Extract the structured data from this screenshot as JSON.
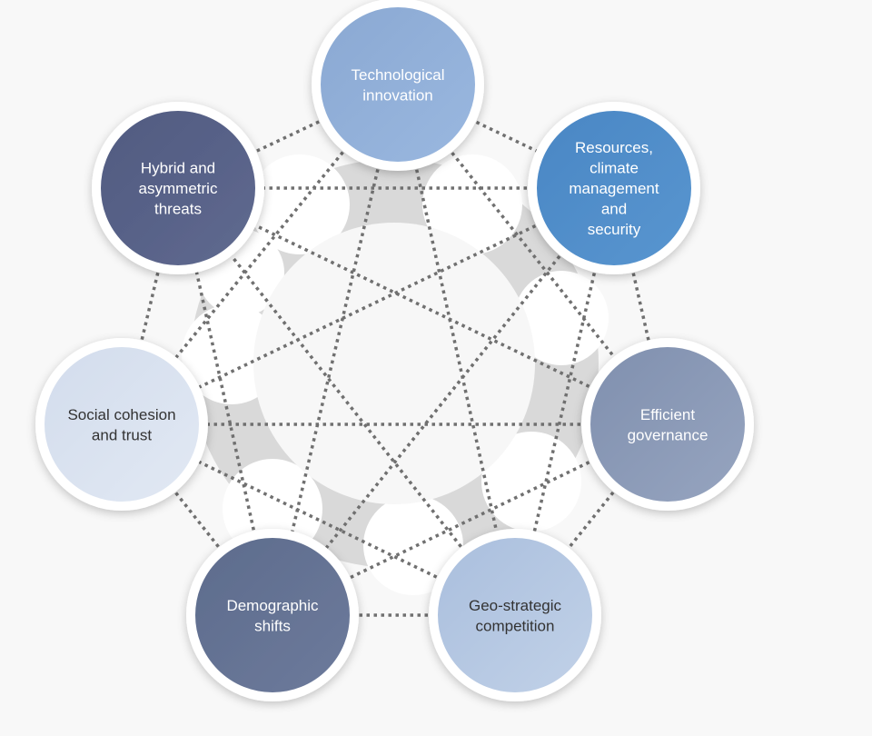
{
  "nodes": [
    {
      "id": "technological-innovation",
      "lines": [
        "Technological",
        "innovation"
      ],
      "fill_start": "#8aa8d2",
      "fill_end": "#9ab8e0",
      "text_color": "#ffffff"
    },
    {
      "id": "resources-climate",
      "lines": [
        "Resources,",
        "climate",
        "management",
        "and",
        "security"
      ],
      "fill_start": "#4a86c4",
      "fill_end": "#5896d0",
      "text_color": "#ffffff"
    },
    {
      "id": "efficient-governance",
      "lines": [
        "Efficient",
        "governance"
      ],
      "fill_start": "#7f8fae",
      "fill_end": "#97a5c0",
      "text_color": "#ffffff"
    },
    {
      "id": "geo-strategic-competition",
      "lines": [
        "Geo-strategic",
        "competition"
      ],
      "fill_start": "#a9bedd",
      "fill_end": "#c2d2e8",
      "text_color": "#333333"
    },
    {
      "id": "demographic-shifts",
      "lines": [
        "Demographic",
        "shifts"
      ],
      "fill_start": "#5d6b8c",
      "fill_end": "#6d7b9c",
      "text_color": "#ffffff"
    },
    {
      "id": "social-cohesion",
      "lines": [
        "Social cohesion",
        "and trust"
      ],
      "fill_start": "#d2dcec",
      "fill_end": "#e2e9f4",
      "text_color": "#333333"
    },
    {
      "id": "hybrid-threats",
      "lines": [
        "Hybrid and",
        "asymmetric",
        "threats"
      ],
      "fill_start": "#505a80",
      "fill_end": "#606a90",
      "text_color": "#ffffff"
    }
  ],
  "colors": {
    "background": "#f8f8f8",
    "ring": "#d9d9d9",
    "center": "#f7f7f7",
    "connector": "#707070",
    "node_border": "#ffffff"
  }
}
